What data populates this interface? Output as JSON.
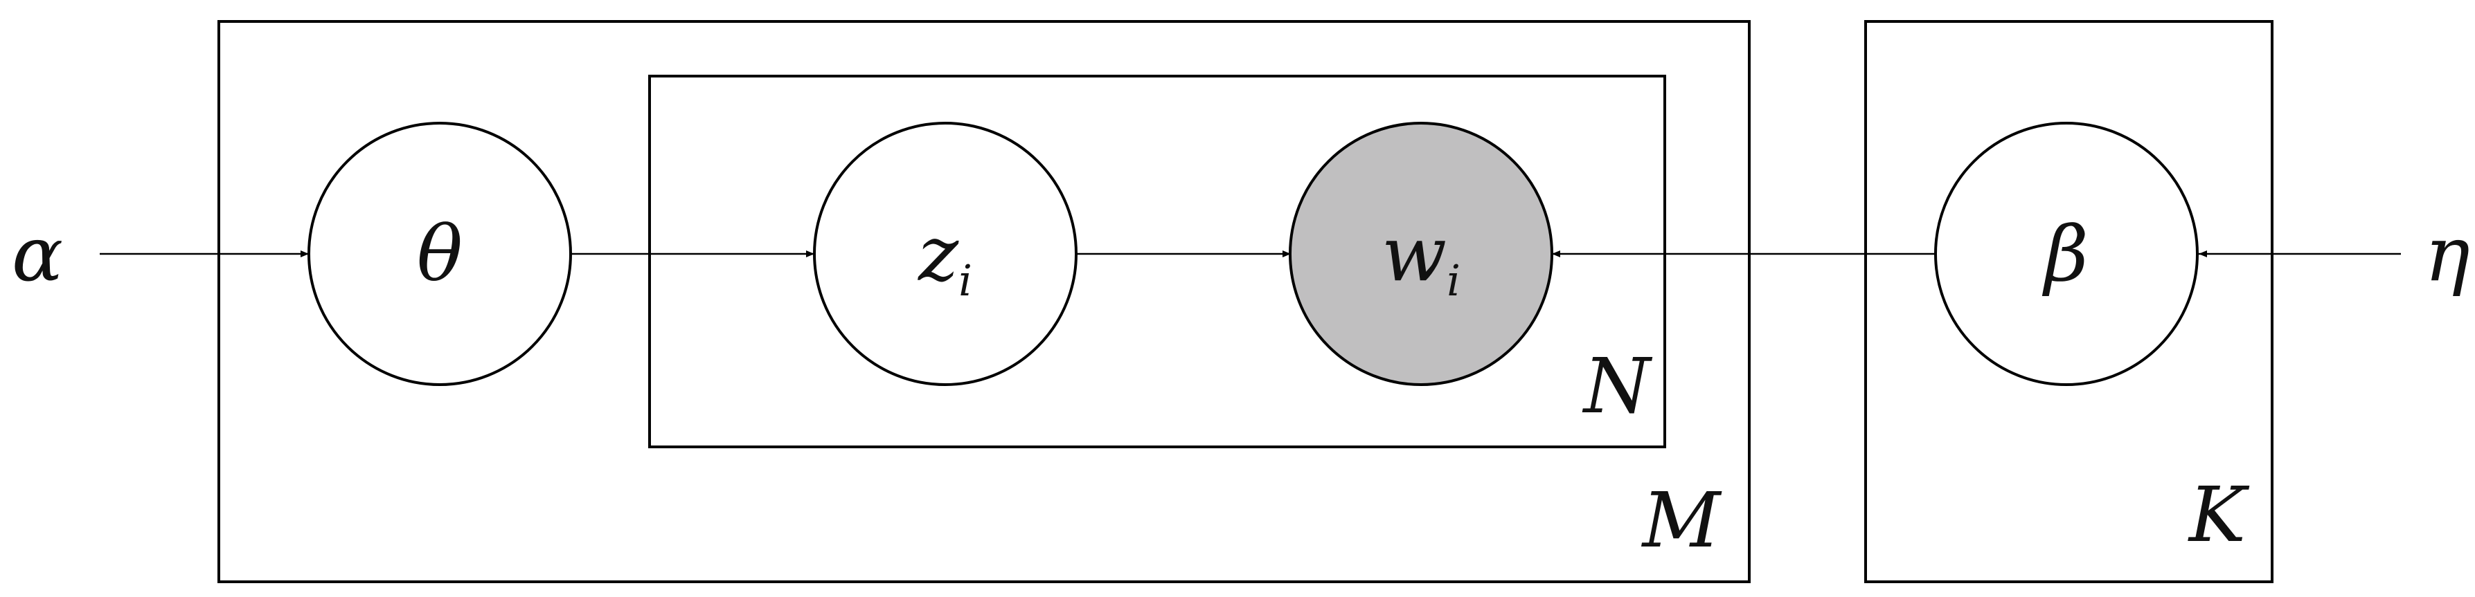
{
  "diagram": {
    "title": "",
    "hyperparameters": {
      "alpha": "α",
      "eta": "η"
    },
    "nodes": {
      "theta": {
        "label": "θ",
        "observed": false
      },
      "z": {
        "label": "z",
        "subscript": "i",
        "observed": false
      },
      "w": {
        "label": "w",
        "subscript": "i",
        "observed": true
      },
      "beta": {
        "label": "β",
        "observed": false
      }
    },
    "plates": {
      "documents": "M",
      "words": "N",
      "topics": "K"
    },
    "edges": [
      {
        "from": "α",
        "to": "θ"
      },
      {
        "from": "θ",
        "to": "z_i"
      },
      {
        "from": "z_i",
        "to": "w_i"
      },
      {
        "from": "β",
        "to": "w_i"
      },
      {
        "from": "η",
        "to": "β"
      }
    ],
    "colors": {
      "observed_fill": "#c0bfc0",
      "stroke": "#000000",
      "background": "#ffffff"
    }
  }
}
